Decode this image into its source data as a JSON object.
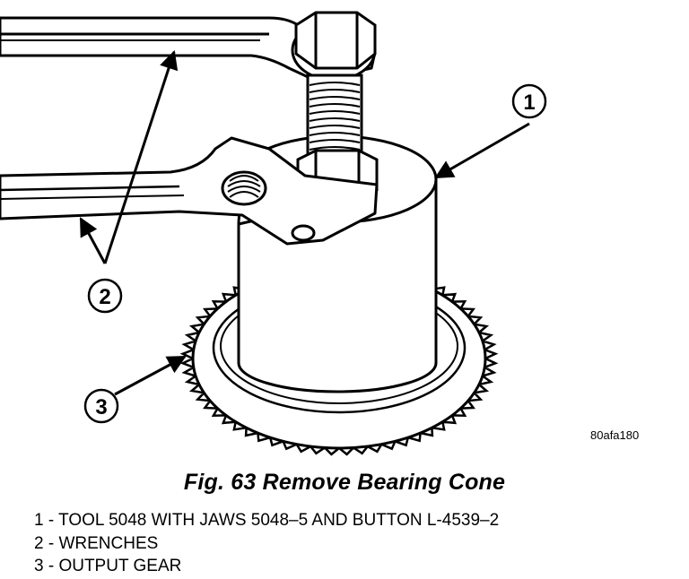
{
  "figure": {
    "callouts": {
      "c1": "1",
      "c2": "2",
      "c3": "3"
    },
    "reference_code": "80afa180",
    "caption": "Fig. 63 Remove Bearing Cone"
  },
  "legend": [
    "1 - TOOL 5048 WITH JAWS 5048–5 AND BUTTON L-4539–2",
    "2 - WRENCHES",
    "3 - OUTPUT GEAR"
  ]
}
